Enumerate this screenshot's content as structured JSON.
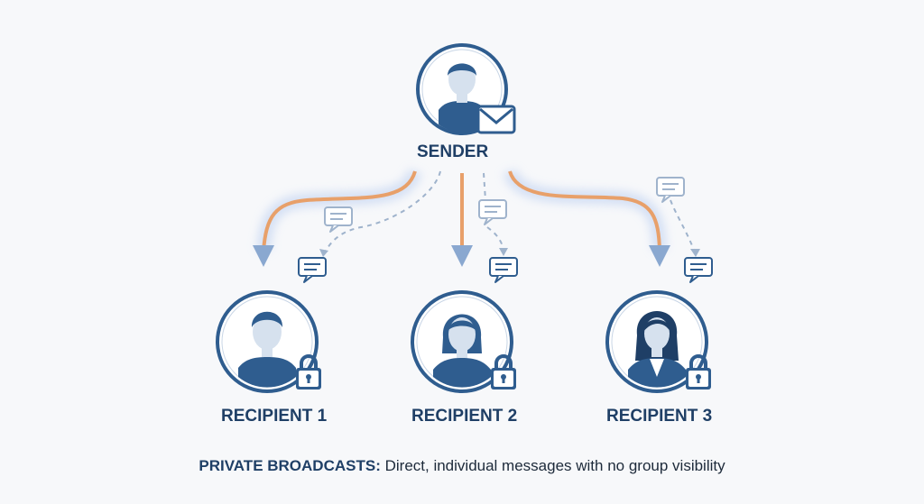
{
  "sender": {
    "label": "SENDER"
  },
  "recipients": [
    {
      "label": "RECIPIENT 1"
    },
    {
      "label": "RECIPIENT 2"
    },
    {
      "label": "RECIPIENT 3"
    }
  ],
  "caption": {
    "title": "PRIVATE BROADCASTS:",
    "text": "Direct, individual messages with no group visibility"
  },
  "colors": {
    "primary": "#2f5d8f",
    "dark": "#1f3f66",
    "avatar_fill": "#d6e1ee",
    "arrow_orange": "#e8a06a",
    "arrow_blue": "#8aa8d0",
    "dashed": "#9fb3cc"
  },
  "icons": [
    "user-avatar-icon",
    "envelope-icon",
    "lock-icon",
    "chat-bubble-icon",
    "arrow-down-icon"
  ]
}
